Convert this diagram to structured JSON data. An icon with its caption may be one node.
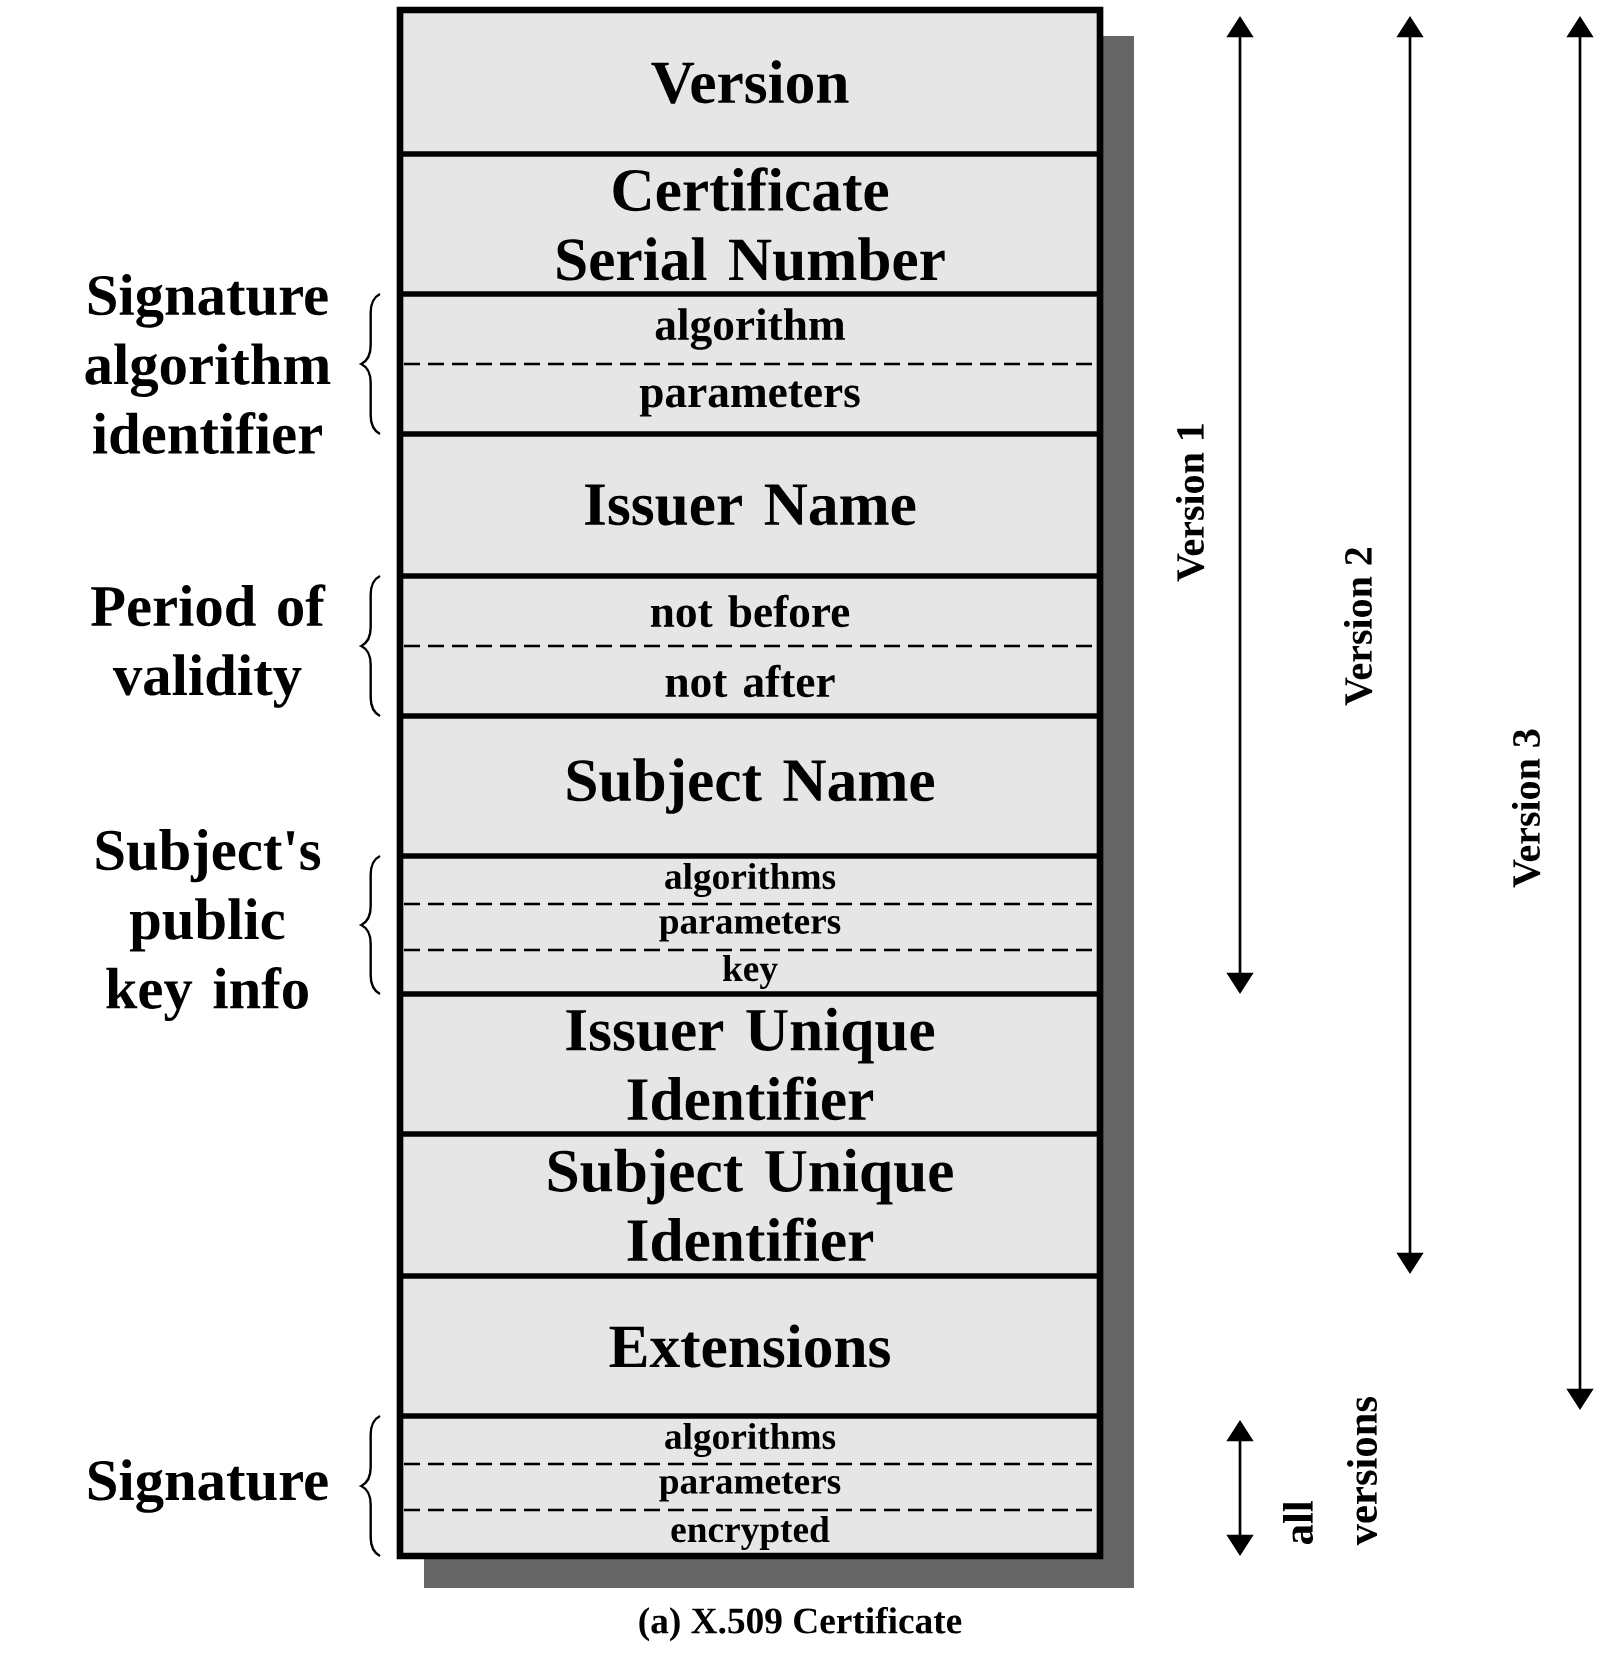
{
  "diagram": {
    "caption": "(a) X.509 Certificate",
    "nodes": [
      {
        "text": [
          "Version"
        ]
      },
      {
        "text": [
          "Certificate Serial Number"
        ]
      },
      {
        "text": [
          "algorithm"
        ]
      },
      {
        "text": [
          "parameters"
        ]
      },
      {
        "text": [
          "Issuer Name"
        ]
      },
      {
        "text": [
          "not before"
        ]
      },
      {
        "text": [
          "not after"
        ]
      },
      {
        "text": [
          "Subject Name"
        ]
      },
      {
        "text": [
          "algorithms"
        ]
      },
      {
        "text": [
          "parameters"
        ]
      },
      {
        "text": [
          "key"
        ]
      },
      {
        "text": [
          "Issuer Unique Identifier"
        ]
      },
      {
        "text": [
          "Subject Unique Identifier"
        ]
      },
      {
        "text": [
          "Extensions"
        ]
      },
      {
        "text": [
          "algorithms"
        ]
      },
      {
        "text": [
          "parameters"
        ]
      },
      {
        "text": [
          "encrypted"
        ]
      }
    ],
    "labels": [
      "Signature algorithm identifier",
      "Period of validity",
      "Subject's public key info",
      "Signature",
      "Version 1",
      "Version 2",
      "Version 3",
      "all versions"
    ]
  }
}
